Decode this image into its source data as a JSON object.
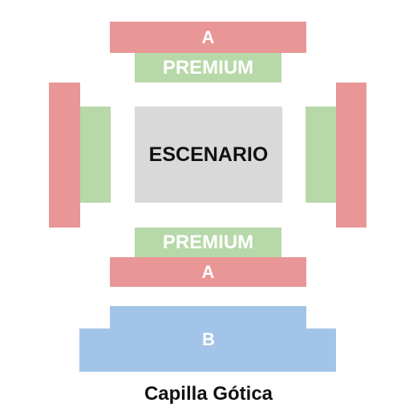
{
  "colors": {
    "section_a": "#e89696",
    "premium": "#b7d8a8",
    "section_b": "#a2c4e8",
    "stage": "#d9d9d9"
  },
  "sections": {
    "top_a": "A",
    "top_premium": "PREMIUM",
    "bottom_premium": "PREMIUM",
    "bottom_a": "A",
    "b": "B"
  },
  "stage_label": "ESCENARIO",
  "venue_name": "Capilla Gótica"
}
